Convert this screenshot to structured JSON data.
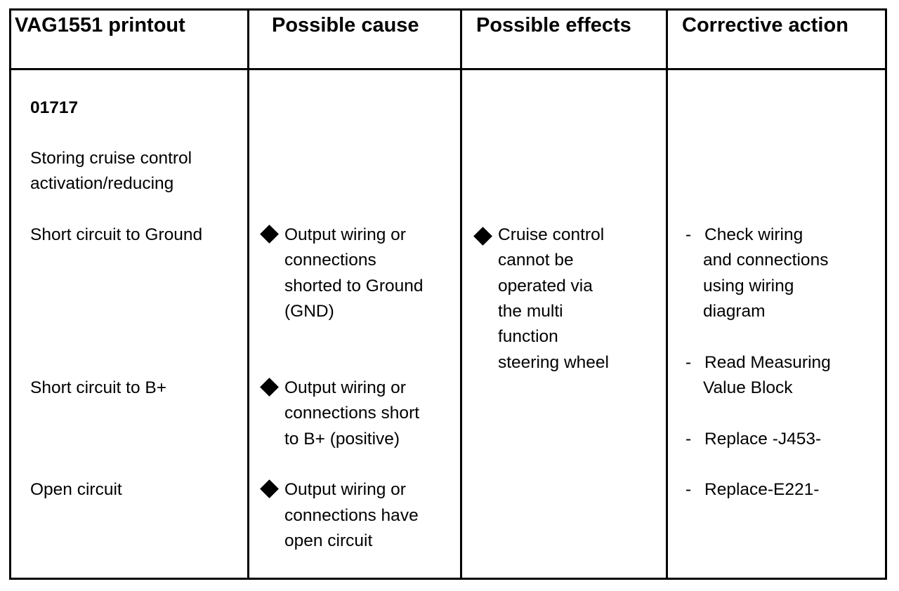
{
  "table": {
    "headers": {
      "printout": "VAG1551 printout",
      "cause": "Possible cause",
      "effects": "Possible effects",
      "action": "Corrective action"
    },
    "printout": {
      "code": "01717",
      "description_line1": "Storing cruise control",
      "description_line2": "activation/reducing",
      "faults": {
        "ground": "Short circuit to Ground",
        "bplus": "Short circuit to B+",
        "open": "Open circuit"
      }
    },
    "causes": {
      "ground": [
        "Output wiring or",
        "connections",
        "shorted to Ground",
        "(GND)"
      ],
      "bplus": [
        "Output wiring or",
        "connections short",
        "to B+ (positive)"
      ],
      "open": [
        "Output wiring or",
        "connections have",
        "open circuit"
      ]
    },
    "effects": {
      "item": [
        "Cruise control",
        "cannot be",
        "operated via",
        "the multi",
        "function",
        "steering wheel"
      ]
    },
    "actions": {
      "check_wiring": [
        "Check wiring",
        "and connections",
        "using wiring",
        "diagram"
      ],
      "read_mvb": [
        "Read Measuring",
        "Value Block"
      ],
      "replace_j453": [
        "Replace -J453-"
      ],
      "replace_e221": [
        "Replace-E221-"
      ],
      "bullet": "-"
    }
  }
}
